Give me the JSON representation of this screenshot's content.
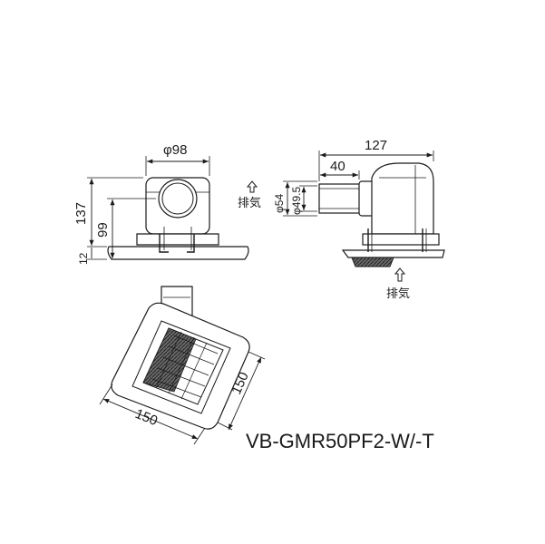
{
  "model_name": "VB-GMR50PF2-W/-T",
  "front_view": {
    "dim_diameter": "φ98",
    "dim_total_height": "137",
    "dim_duct_height": "99",
    "dim_flange": "12"
  },
  "side_view": {
    "dim_total_depth": "127",
    "dim_duct_length": "40",
    "dim_outer_diameter": "φ54",
    "dim_inner_diameter": "φ49.5",
    "exhaust_side_label": "排気",
    "exhaust_bottom_label": "排気"
  },
  "bottom_view": {
    "dim_width": "150",
    "dim_depth": "150"
  },
  "colors": {
    "line": "#1a1a1a",
    "body_fill": "#ffffff",
    "grille_fill": "#5a5a5a"
  }
}
